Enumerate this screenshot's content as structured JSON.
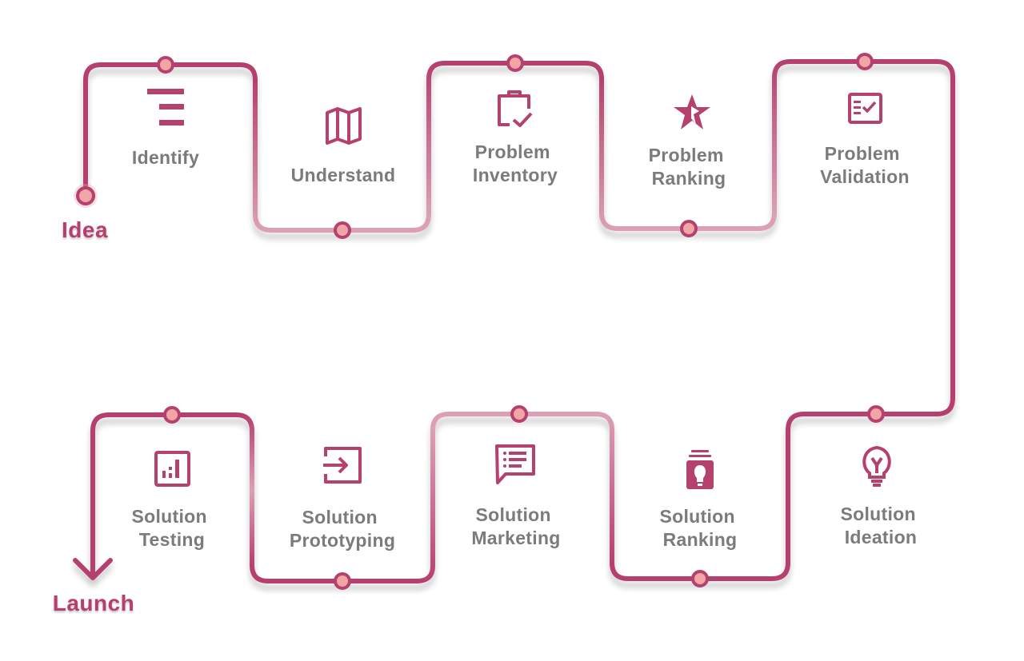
{
  "colors": {
    "accent": "#b5416f",
    "accent_light": "#dc9fb6",
    "dot_fill": "#f2a5a5",
    "label_gray": "#7b7b7b",
    "background": "#ffffff"
  },
  "start": {
    "label": "Idea"
  },
  "end": {
    "label": "Launch"
  },
  "steps": [
    {
      "lines": [
        "Identify"
      ],
      "icon": "steps-lines-icon"
    },
    {
      "lines": [
        "Understand"
      ],
      "icon": "map-icon"
    },
    {
      "lines": [
        "Problem",
        "Inventory"
      ],
      "icon": "clipboard-check-icon"
    },
    {
      "lines": [
        "Problem",
        "Ranking"
      ],
      "icon": "star-icon"
    },
    {
      "lines": [
        "Problem",
        "Validation"
      ],
      "icon": "checklist-icon"
    },
    {
      "lines": [
        "Solution",
        "Ideation"
      ],
      "icon": "lightbulb-icon"
    },
    {
      "lines": [
        "Solution",
        "Ranking"
      ],
      "icon": "lightbulb-stack-icon"
    },
    {
      "lines": [
        "Solution",
        "Marketing"
      ],
      "icon": "message-list-icon"
    },
    {
      "lines": [
        "Solution",
        "Prototyping"
      ],
      "icon": "enter-box-icon"
    },
    {
      "lines": [
        "Solution",
        "Testing"
      ],
      "icon": "chart-box-icon"
    }
  ]
}
